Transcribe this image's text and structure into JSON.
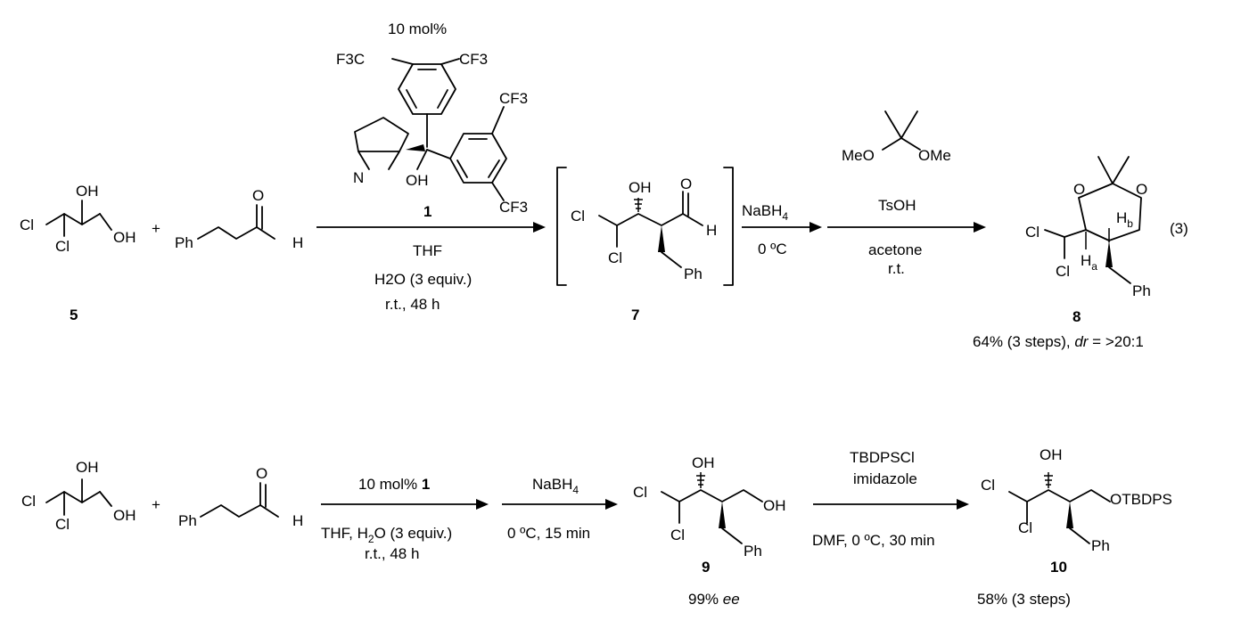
{
  "upper": {
    "reagents_top": "10 mol%",
    "cat_number": "1",
    "step1_cond_1": "THF",
    "step1_cond_2": "H2O (3 equiv.)",
    "step1_cond_3": "r.t., 48 h",
    "step2_reagent": "NaBH4",
    "step2_cond": "0 ºC",
    "step3_reagent_top": "TsOH",
    "step3_cond_1": "acetone",
    "step3_cond_2": "r.t.",
    "compound_5": "5",
    "compound_7": "7",
    "compound_8": "8",
    "yield_8": "64% (3 steps), ",
    "dr_label": "dr",
    "dr_value": " = >20:1",
    "eq_label": "(3)"
  },
  "lower": {
    "step1_top": "10 mol% ",
    "step1_top_bold": "1",
    "step1_bot_1": "THF, H2O (3 equiv.)",
    "step1_bot_2": "r.t., 48 h",
    "step2_top": "NaBH4",
    "step2_bot": "0 ºC, 15 min",
    "step3_top_1": "TBDPSCl",
    "step3_top_2": "imidazole",
    "step3_bot": "DMF, 0 ºC, 30 min",
    "compound_9": "9",
    "compound_10": "10",
    "ee_value": "99% ",
    "ee_label": "ee",
    "yield_10": "58% (3 steps)"
  },
  "atoms": {
    "cl": "Cl",
    "oh": "OH",
    "o": "O",
    "h": "H",
    "ph": "Ph",
    "nh": "N",
    "plus": "+",
    "cf3_left": "F3C",
    "cf3": "CF3",
    "meo": "MeO",
    "ome": "OMe",
    "otbdps": "OTBDPS",
    "ha": "Ha",
    "hb": "Hb"
  }
}
